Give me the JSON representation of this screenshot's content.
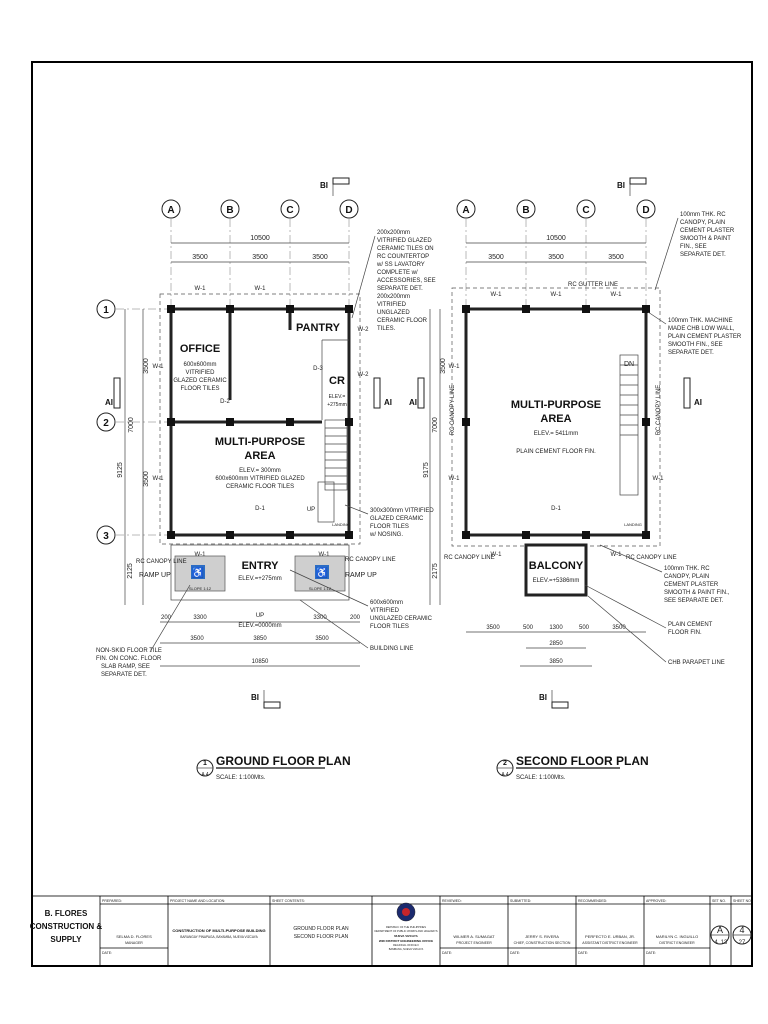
{
  "grid_cols": [
    "A",
    "B",
    "C",
    "D"
  ],
  "grid_rows": [
    "1",
    "2",
    "3"
  ],
  "section_mark": "BI",
  "section_side": "AI",
  "ground": {
    "dim_total": "10500",
    "dim_bays": [
      "3500",
      "3500",
      "3500"
    ],
    "dim_total_bottom": "10850",
    "dim_bottom_bays": [
      "3500",
      "3850",
      "3500"
    ],
    "dim_bottom_small": [
      "200",
      "3300",
      "3300",
      "200"
    ],
    "dim_left_total": "9125",
    "dim_left_bays": [
      "3500",
      "3500",
      "2125"
    ],
    "dim_left_mid": "7000",
    "rooms": {
      "office": "OFFICE",
      "office_note": [
        "600x600mm",
        "VITRIFIED",
        "GLAZED CERAMIC",
        "FLOOR TILES"
      ],
      "pantry": "PANTRY",
      "cr": "CR",
      "cr_elev": [
        "ELEV.=",
        "+275mm"
      ],
      "mpa": [
        "MULTI-PURPOSE",
        "AREA"
      ],
      "mpa_note": [
        "ELEV.= 300mm",
        "600x600mm VITRIFIED GLAZED",
        "CERAMIC FLOOR TILES"
      ],
      "entry": "ENTRY",
      "entry_elev": "ELEV.=+275mm",
      "up_label": "UP",
      "up_elev": "ELEV.=0000mm"
    },
    "tags": {
      "w1": "W-1",
      "w2": "W-2",
      "d1": "D-1",
      "d2": "D-2",
      "d3": "D-3",
      "up": "UP",
      "landing": "LANDING",
      "slope": "SLOPE 1:12"
    },
    "canopy_left": "RC CANOPY LINE",
    "canopy_right": "RC CANOPY LINE",
    "ramp_left": "RAMP UP",
    "ramp_right": "RAMP UP",
    "note_tr": [
      "200x200mm",
      "VITRIFIED GLAZED",
      "CERAMIC TILES ON",
      "RC COUNTERTOP",
      "w/ SS LAVATORY",
      "COMPLETE w/",
      "ACCESSORIES, SEE",
      "SEPARATE DET."
    ],
    "note_cr": [
      "200x200mm",
      "VITRIFIED",
      "UNGLAZED",
      "CERAMIC FLOOR",
      "TILES."
    ],
    "note_stair": [
      "300x300mm VITRIFIED",
      "GLAZED CERAMIC",
      "FLOOR TILES",
      "w/ NOSING."
    ],
    "note_entry": [
      "600x600mm",
      "VITRIFIED",
      "UNGLAZED CERAMIC",
      "FLOOR TILES"
    ],
    "note_building_line": "BUILDING LINE",
    "note_nonskid": [
      "NON-SKID FLOOR TILE",
      "FIN. ON CONC. FLOOR",
      "SLAB RAMP, SEE",
      "SEPARATE DET."
    ],
    "title_num": "1",
    "title_sheet": "A 4",
    "title": "GROUND FLOOR PLAN",
    "scale": "SCALE:  1:100Mts."
  },
  "second": {
    "dim_total": "10500",
    "dim_bays": [
      "3500",
      "3500",
      "3500"
    ],
    "dim_left_total": "9175",
    "dim_left_bays": [
      "3500",
      "3500",
      "2175"
    ],
    "dim_left_mid": "7000",
    "dim_bottom": [
      "3500",
      "500",
      "1300",
      "500",
      "3500"
    ],
    "dim_bottom_2850": "2850",
    "dim_bottom_3850": "3850",
    "rooms": {
      "mpa": [
        "MULTI-PURPOSE",
        "AREA"
      ],
      "mpa_elev": "ELEV.= 5411mm",
      "mpa_note": "PLAIN CEMENT FLOOR FIN.",
      "balcony": "BALCONY",
      "balcony_elev": "ELEV.=+5386mm",
      "dn": "DN",
      "landing": "LANDING"
    },
    "gutter_line": "RC GUTTER LINE",
    "canopy_left": "RC CANOPY LINE",
    "canopy_right": "RC CANOPY LINE",
    "canopy_side": "RC CANOPY LINE",
    "note_tr": [
      "100mm THK. RC",
      "CANOPY, PLAIN",
      "CEMENT PLASTER",
      "SMOOTH & PAINT",
      "FIN., SEE",
      "SEPARATE DET."
    ],
    "note_mr": [
      "100mm THK. MACHINE",
      "MADE CHB LOW WALL,",
      "PLAIN CEMENT PLASTER",
      "SMOOTH FIN., SEE",
      "SEPARATE DET."
    ],
    "note_br": [
      "100mm THK. RC",
      "CANOPY, PLAIN",
      "CEMENT PLASTER",
      "SMOOTH & PAINT FIN.,",
      "SEE SEPARATE DET."
    ],
    "note_plain": [
      "PLAIN CEMENT",
      "FLOOR FIN."
    ],
    "note_chb": "CHB PARAPET LINE",
    "title_num": "2",
    "title_sheet": "A 4",
    "title": "SECOND FLOOR PLAN",
    "scale": "SCALE:  1:100Mts."
  },
  "title_block": {
    "company": [
      "B. FLORES",
      "CONSTRUCTION &",
      "SUPPLY"
    ],
    "prepared_label": "PREPARED:",
    "prepared_name": "SELMA D. FLORES",
    "prepared_role": "MANAGER",
    "date_label": "DATE:",
    "project_label": "PROJECT NAME AND LOCATION:",
    "project_name": "CONSTRUCTION OF MULTI-PURPOSE BUILDING",
    "project_location": "BARANGAY PINAPAGA, BAYAMBA, NUEVA VIZCAYA",
    "sheet_contents_label": "SHEET CONTENTS:",
    "sheet_contents": [
      "GROUND FLOOR PLAN",
      "SECOND FLOOR PLAN"
    ],
    "agency": [
      "REPUBLIC OF THE PHILIPPINES",
      "DEPARTMENT OF PUBLIC WORKS AND HIGHWAYS",
      "NUEVA VIZCAYA",
      "2ND DISTRICT ENGINEERING OFFICE",
      "REGIONAL OFFICE II",
      "BAMBANG, NUEVA VIZCAYA"
    ],
    "reviewed_label": "REVIEWED:",
    "reviewed_name": "WILMER A. SUMAGAT",
    "reviewed_role": "PROJECT ENGINEER",
    "submitted_label": "SUBMITTED:",
    "submitted_name": "JERRY S. RIVERA",
    "submitted_role": "CHIEF, CONSTRUCTION SECTION",
    "recommended_label": "RECOMMENDED:",
    "recommended_name": "PERFECTO E. URBAN, JR.",
    "recommended_role": "ASSISTANT DISTRICT ENGINEER",
    "approved_label": "APPROVED:",
    "approved_name": "MARILYN C. INGUILLO",
    "approved_role": "DISTRICT ENGINEER",
    "set_label": "SET NO.",
    "sheet_label": "SHEET NO.",
    "set_top": "A",
    "set_bottom": "4",
    "sheet_top": "4",
    "sheet_bottom": "27",
    "set_extra": "13"
  }
}
